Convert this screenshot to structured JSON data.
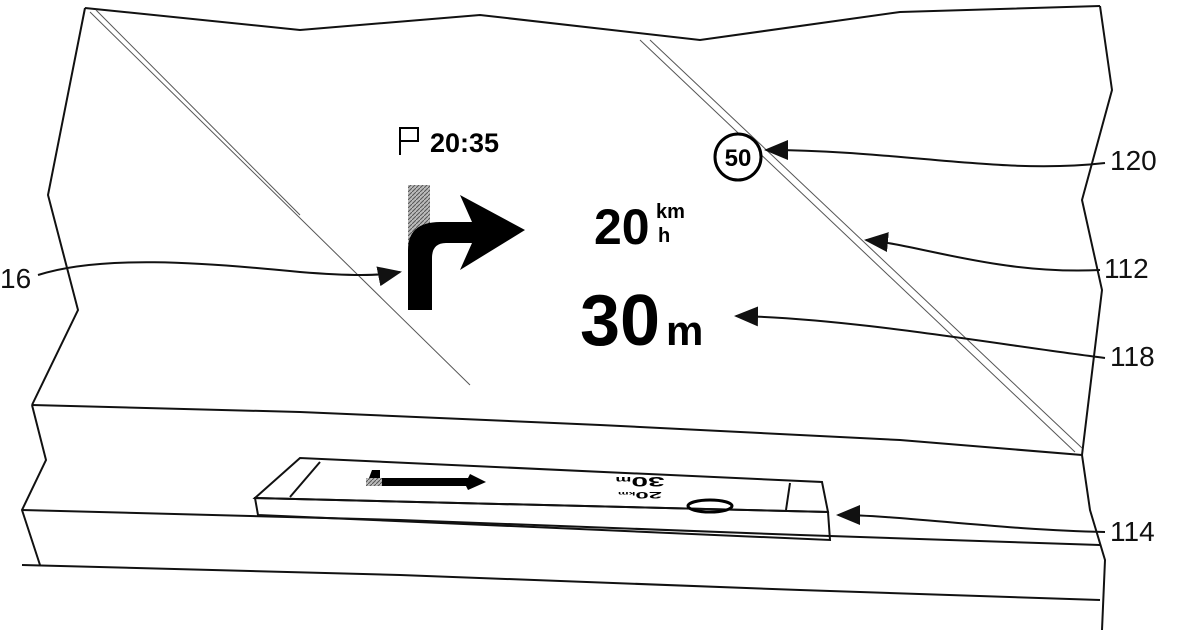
{
  "hud": {
    "arrival_time": "20:35",
    "speed_value": "20",
    "speed_unit_top": "km",
    "speed_unit_bottom": "h",
    "distance_value": "30",
    "distance_unit": "m",
    "speed_limit": "50",
    "icons": {
      "flag": "flag-icon",
      "turn": "turn-right-arrow-icon"
    }
  },
  "reference_labels": {
    "turn_arrow": "16",
    "speed_limit_sign": "120",
    "windshield": "112",
    "distance": "118",
    "display_unit": "114"
  }
}
